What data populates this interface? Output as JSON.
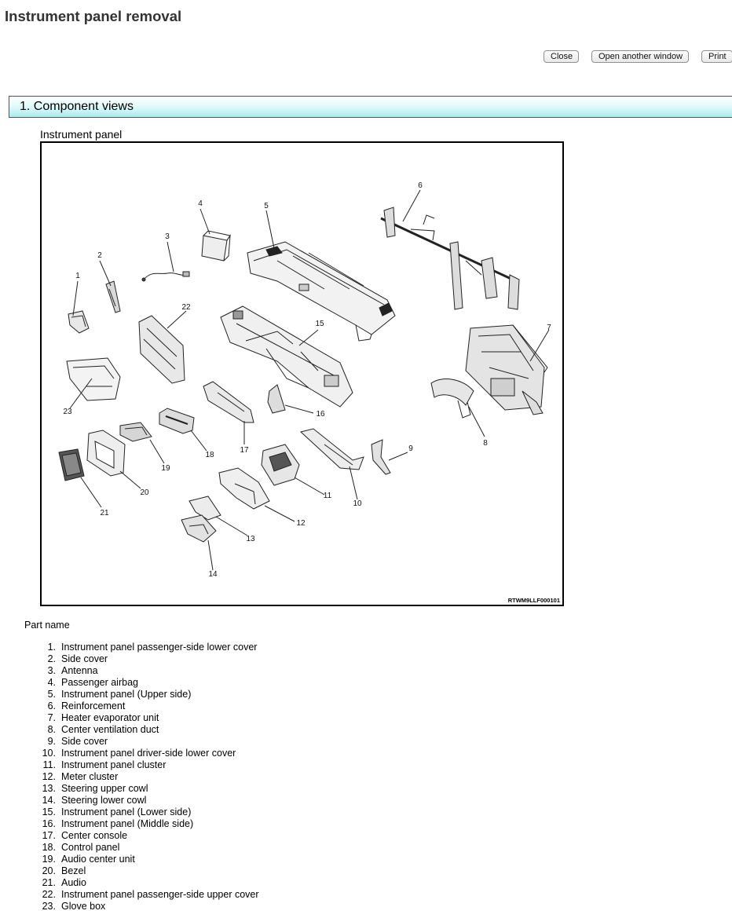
{
  "header": {
    "title": "Instrument panel removal"
  },
  "toolbar": {
    "close": "Close",
    "open_window": "Open another window",
    "print": "Print"
  },
  "section": {
    "title": "1. Component views"
  },
  "figure": {
    "caption": "Instrument panel",
    "id": "RTWM9LLF000101",
    "callouts": [
      "1",
      "2",
      "3",
      "4",
      "5",
      "6",
      "7",
      "8",
      "9",
      "10",
      "11",
      "12",
      "13",
      "14",
      "15",
      "16",
      "17",
      "18",
      "19",
      "20",
      "21",
      "22",
      "23"
    ]
  },
  "parts": {
    "heading": "Part name",
    "items": [
      {
        "num": "1.",
        "name": "Instrument panel passenger-side lower cover"
      },
      {
        "num": "2.",
        "name": "Side cover"
      },
      {
        "num": "3.",
        "name": "Antenna"
      },
      {
        "num": "4.",
        "name": "Passenger airbag"
      },
      {
        "num": "5.",
        "name": "Instrument panel (Upper side)"
      },
      {
        "num": "6.",
        "name": "Reinforcement"
      },
      {
        "num": "7.",
        "name": "Heater evaporator unit"
      },
      {
        "num": "8.",
        "name": "Center ventilation duct"
      },
      {
        "num": "9.",
        "name": "Side cover"
      },
      {
        "num": "10.",
        "name": "Instrument panel driver-side lower cover"
      },
      {
        "num": "11.",
        "name": "Instrument panel cluster"
      },
      {
        "num": "12.",
        "name": "Meter cluster"
      },
      {
        "num": "13.",
        "name": "Steering upper cowl"
      },
      {
        "num": "14.",
        "name": "Steering lower cowl"
      },
      {
        "num": "15.",
        "name": "Instrument panel (Lower side)"
      },
      {
        "num": "16.",
        "name": "Instrument panel (Middle side)"
      },
      {
        "num": "17.",
        "name": "Center console"
      },
      {
        "num": "18.",
        "name": "Control panel"
      },
      {
        "num": "19.",
        "name": "Audio center unit"
      },
      {
        "num": "20.",
        "name": "Bezel"
      },
      {
        "num": "21.",
        "name": "Audio"
      },
      {
        "num": "22.",
        "name": "Instrument panel passenger-side upper cover"
      },
      {
        "num": "23.",
        "name": "Glove box"
      }
    ]
  }
}
